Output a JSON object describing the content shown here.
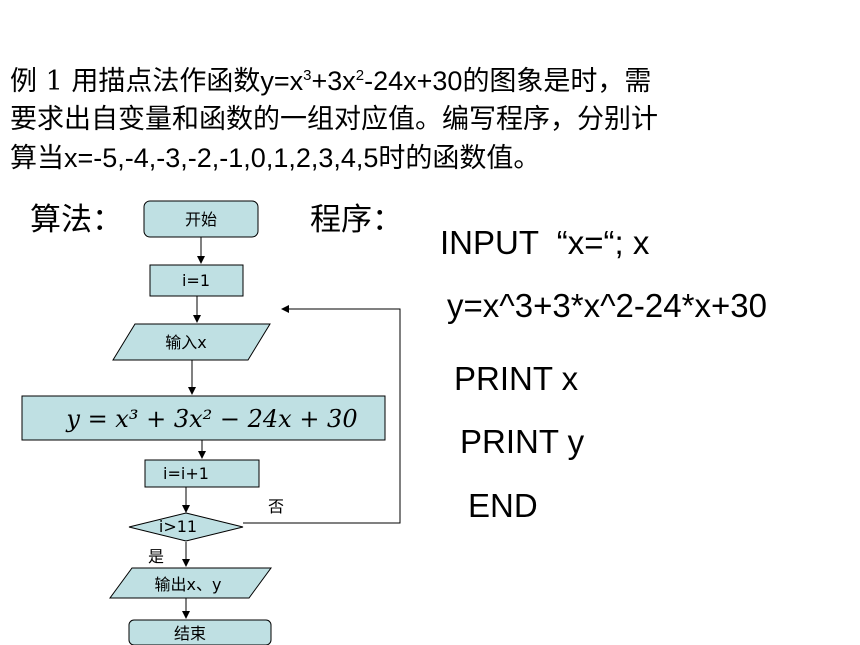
{
  "problem": {
    "line1_a": "例 1 用描点法作函数",
    "line1_b": "y=x",
    "line1_sup1": "3",
    "line1_c": "+3x",
    "line1_sup2": "2",
    "line1_d": "-24x+30",
    "line1_e": "的图象是时，需",
    "line2": "要求出自变量和函数的一组对应值。编写程序，分别计",
    "line3_a": "算当",
    "line3_b": "x=-5,-4,-3,-2,-1,0,1,2,3,4,5",
    "line3_c": "时的函数值。"
  },
  "headings": {
    "algorithm": "算法：",
    "program": "程序："
  },
  "flowchart": {
    "start": "开始",
    "init": "i=1",
    "input": "输入x",
    "formula": "y = x³ + 3x² − 24x + 30",
    "increment": "i=i+1",
    "condition": "i>11",
    "no_label": "否",
    "yes_label": "是",
    "output": "输出x、y",
    "end": "结束"
  },
  "program": {
    "line1": "INPUT  “x=“; x",
    "line2": "y=x^3+3*x^2-24*x+30",
    "line3": "PRINT x",
    "line4": "PRINT y",
    "line5": "END"
  },
  "colors": {
    "box_fill": "#bfe0e3",
    "stroke": "#000000"
  }
}
